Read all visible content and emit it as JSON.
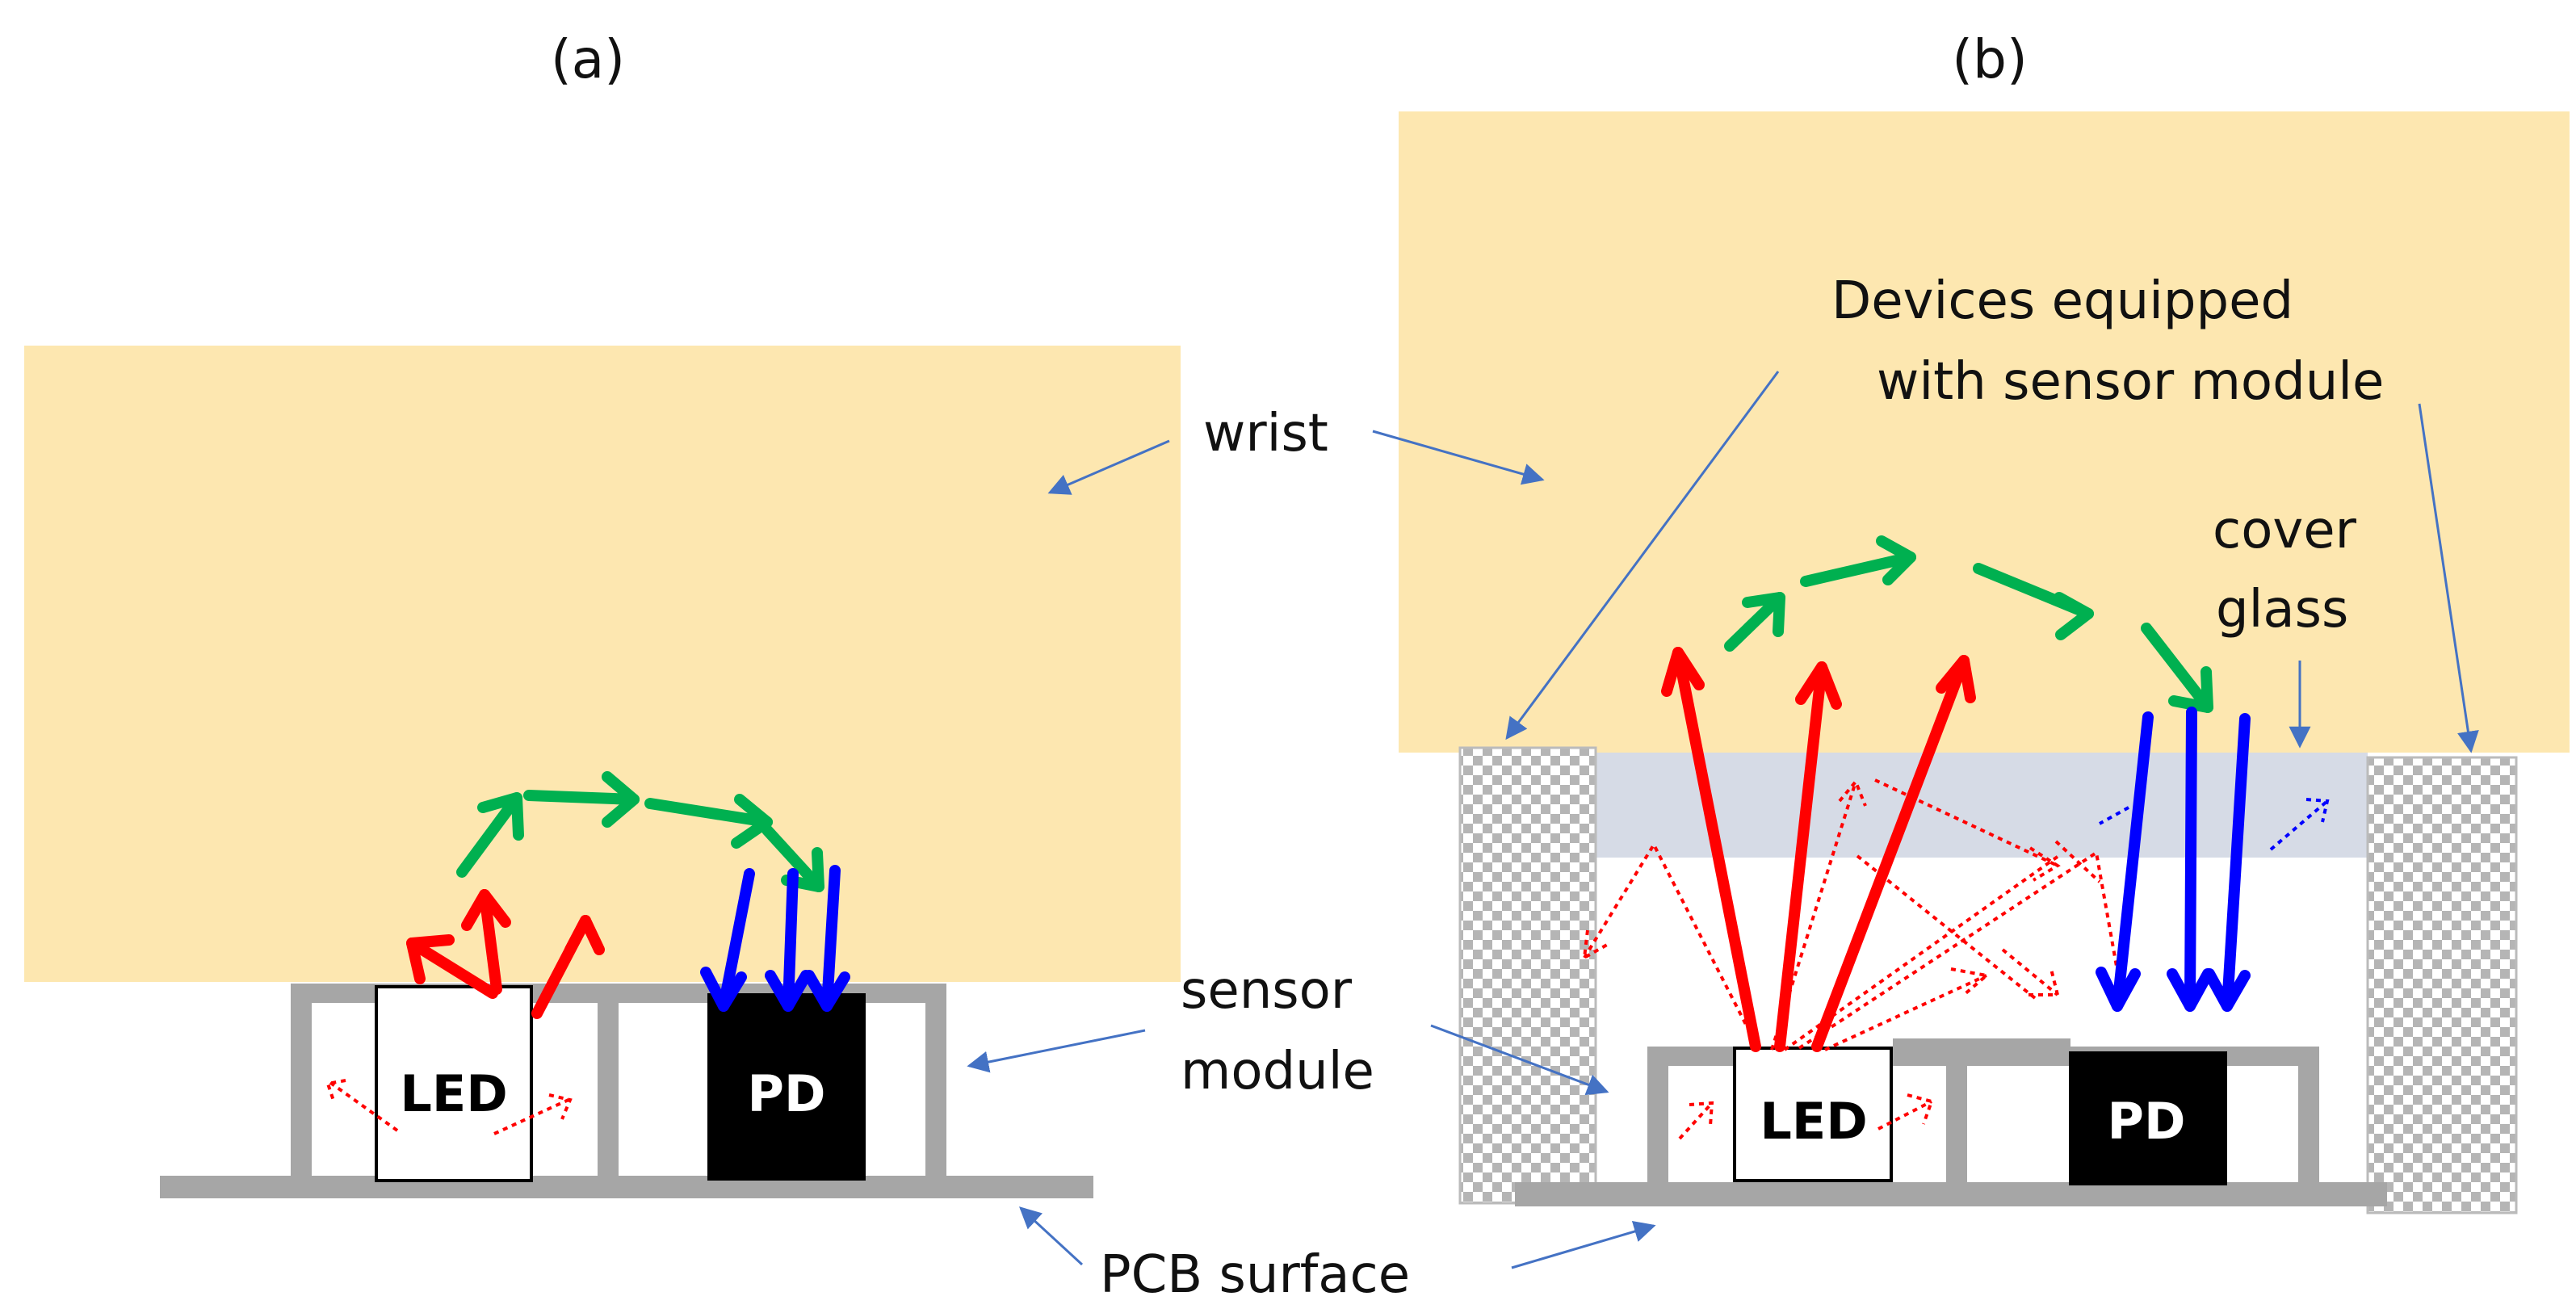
{
  "panels": {
    "a": {
      "label": "(a)"
    },
    "b": {
      "label": "(b)"
    }
  },
  "labels": {
    "wrist": "wrist",
    "devices_line1": "Devices equipped",
    "devices_line2": "with sensor module",
    "cover_line1": "cover",
    "cover_line2": "glass",
    "sensor_line1": "sensor",
    "sensor_line2": "module",
    "pcb": "PCB surface",
    "led": "LED",
    "pd": "PD"
  },
  "colors": {
    "wrist": "#fde7b0",
    "cover_glass": "#d6dbe6",
    "module_frame": "#a6a6a6",
    "pd_fill": "#000000",
    "emitted_light": "#ff0000",
    "scattered_light": "#00b050",
    "detected_light": "#0000ff",
    "pointer": "#4472c4"
  }
}
